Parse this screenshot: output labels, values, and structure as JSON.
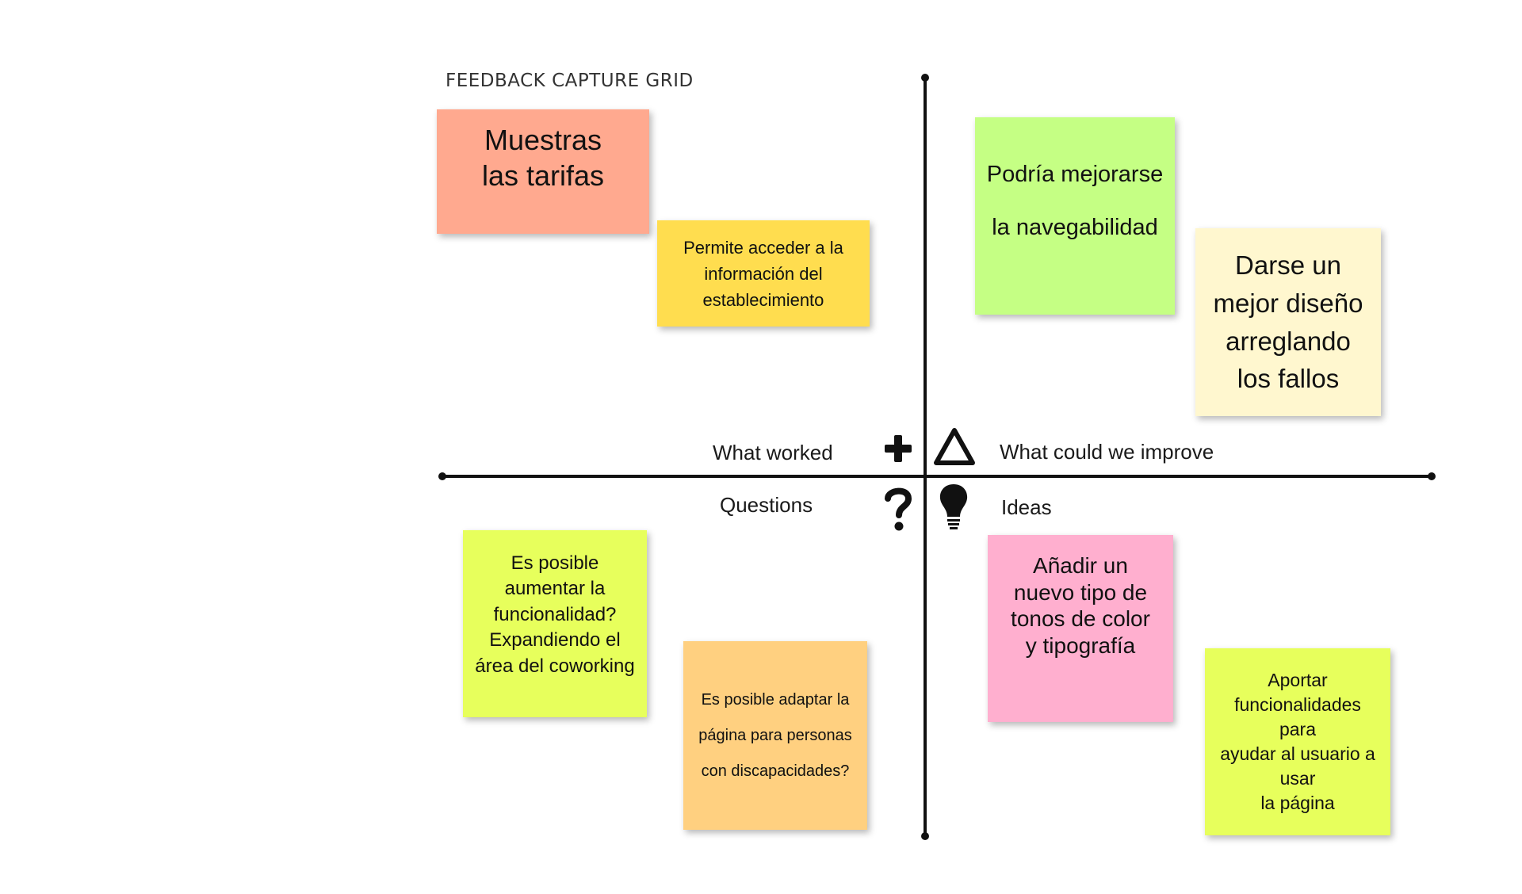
{
  "title": "FEEDBACK CAPTURE GRID",
  "quadrants": {
    "worked": {
      "label": "What worked",
      "icon": "plus-icon"
    },
    "improve": {
      "label": "What could we improve",
      "icon": "triangle-delta-icon"
    },
    "questions": {
      "label": "Questions",
      "icon": "question-mark-icon"
    },
    "ideas": {
      "label": "Ideas",
      "icon": "lightbulb-icon"
    }
  },
  "notes": {
    "muestras": {
      "text": "Muestras\nlas tarifas",
      "color": "#FFA98F"
    },
    "permite": {
      "text": "Permite acceder a la\ninformación del\nestablecimiento",
      "color": "#FFDD4F"
    },
    "podria": {
      "text": "Podría mejorarse\n\nla navegabilidad",
      "color": "#C5FF84"
    },
    "darse": {
      "text": "Darse un\nmejor diseño\narreglando\nlos fallos",
      "color": "#FFF7CF"
    },
    "es_posible_aumentar": {
      "text": "Es posible\naumentar la\nfuncionalidad?\nExpandiendo el\nárea del coworking",
      "color": "#E7FF5C"
    },
    "es_posible_adaptar": {
      "text": "Es posible adaptar la\n\npágina para personas\n\ncon discapacidades?",
      "color": "#FFD080"
    },
    "anadir": {
      "text": "Añadir un\nnuevo tipo de\ntonos de color\ny tipografía",
      "color": "#FFAFCF"
    },
    "aportar": {
      "text": "Aportar\nfuncionalidades\npara\nayudar al usuario a\nusar\nla página",
      "color": "#E7FF5C"
    }
  }
}
